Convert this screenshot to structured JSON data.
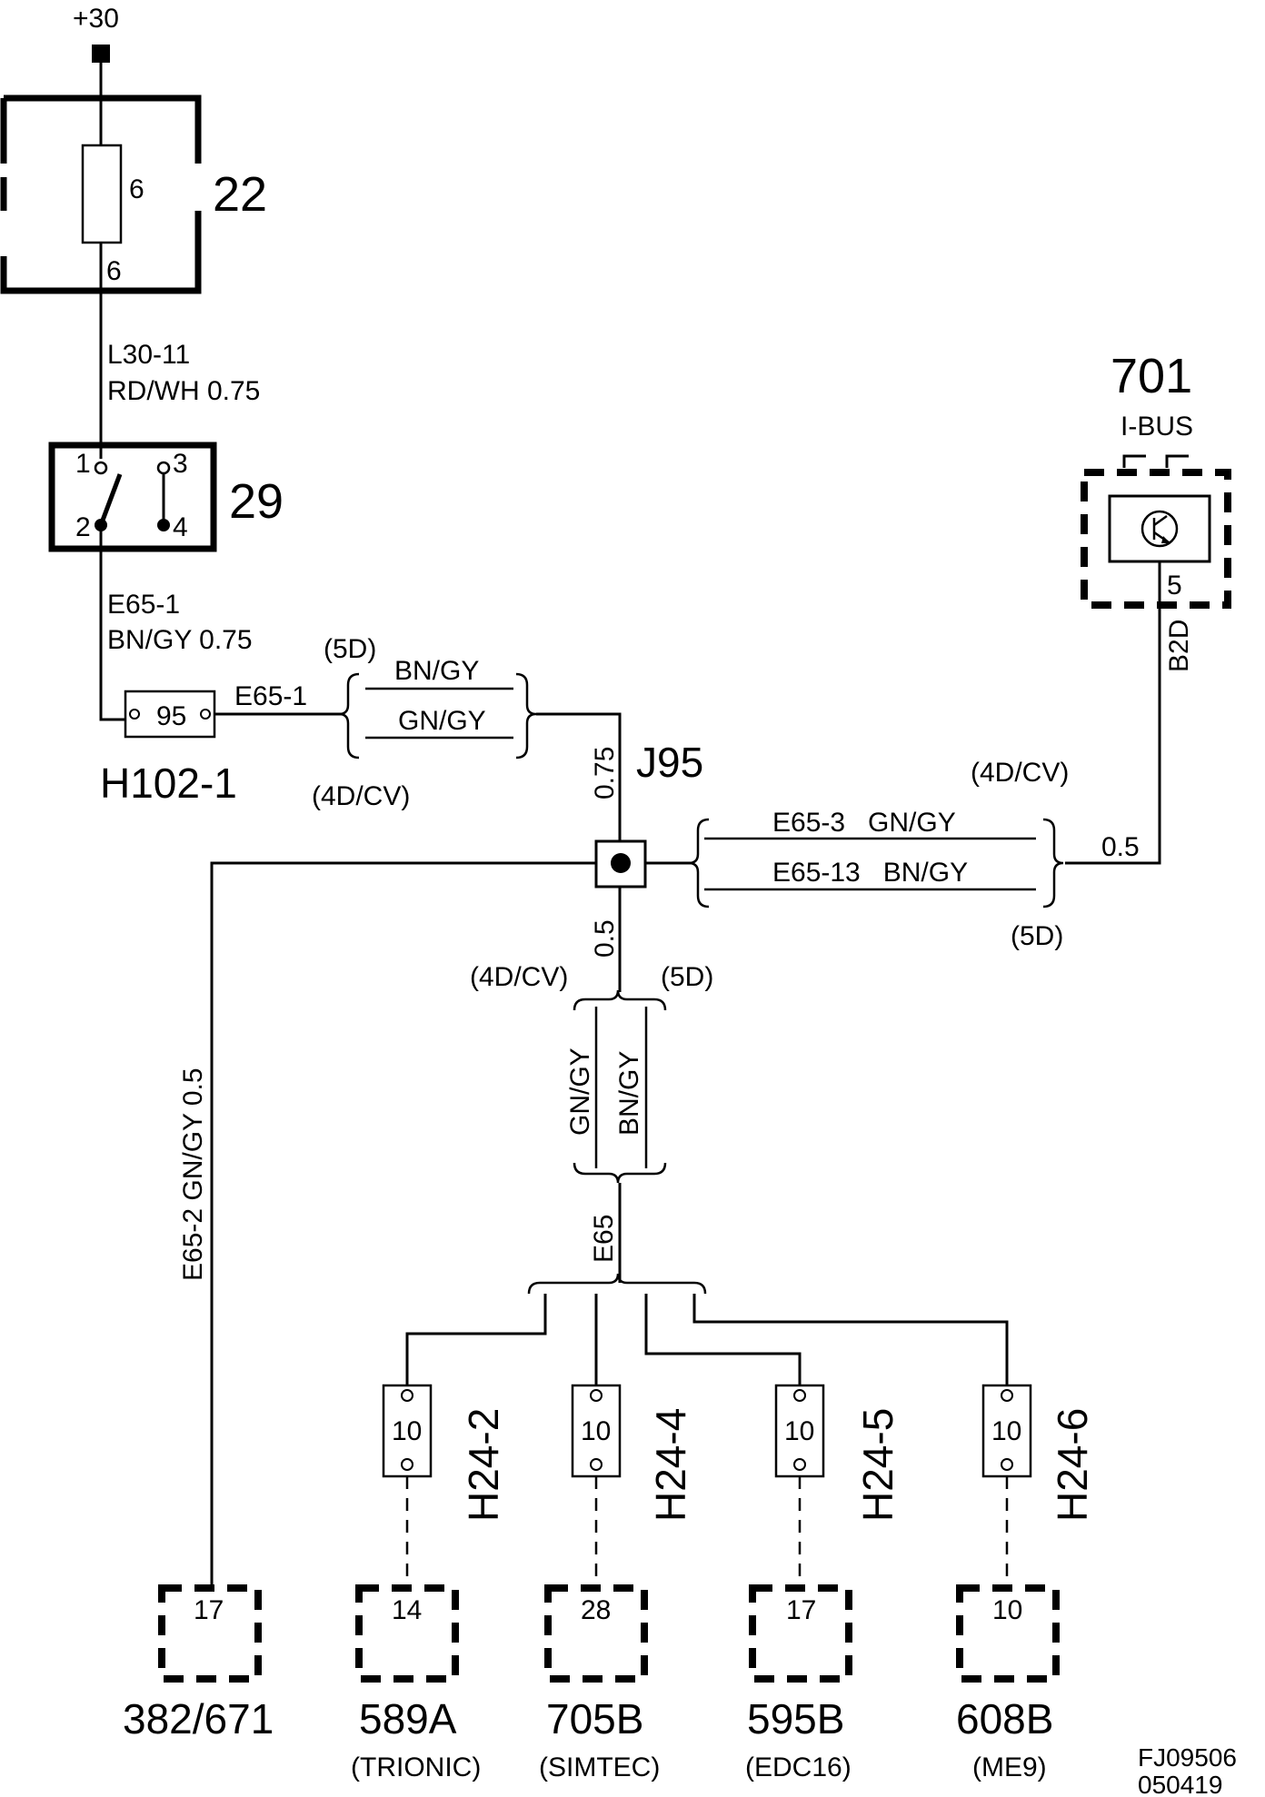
{
  "supply": {
    "label": "+30"
  },
  "fuse_box": {
    "id": "22",
    "fuse_number": "6",
    "pin": "6"
  },
  "wire_l30": {
    "code": "L30-11",
    "spec": "RD/WH 0.75"
  },
  "switch": {
    "id": "29",
    "pins": [
      "1",
      "3",
      "2",
      "4"
    ]
  },
  "wire_e65_1": {
    "code": "E65-1",
    "spec": "BN/GY 0.75"
  },
  "connector_h102": {
    "id": "H102-1",
    "pin": "95",
    "wire": "E65-1"
  },
  "bundle_top": {
    "top_label": "(5D)",
    "bottom_label": "(4D/CV)",
    "lines": [
      "BN/GY",
      "GN/GY"
    ]
  },
  "splice": {
    "id": "J95",
    "size_up": "0.75",
    "size_down": "0.5"
  },
  "module_701": {
    "id": "701",
    "bus": "I-BUS",
    "pin": "5",
    "wire": "B2D",
    "size": "0.5"
  },
  "bundle_right": {
    "top_label": "(4D/CV)",
    "bottom_label": "(5D)",
    "lines": [
      "E65-3   GN/GY",
      "E65-13   BN/GY"
    ]
  },
  "bundle_center": {
    "left_label": "(4D/CV)",
    "right_label": "(5D)",
    "lines": [
      "GN/GY",
      "BN/GY"
    ],
    "wire": "E65"
  },
  "left_wire": {
    "label": "E65-2  GN/GY  0.5"
  },
  "connectors": [
    {
      "id": "H24-2",
      "pin": "10"
    },
    {
      "id": "H24-4",
      "pin": "10"
    },
    {
      "id": "H24-5",
      "pin": "10"
    },
    {
      "id": "H24-6",
      "pin": "10"
    }
  ],
  "modules": [
    {
      "id": "382/671",
      "pin": "17",
      "sub": ""
    },
    {
      "id": "589A",
      "pin": "14",
      "sub": "(TRIONIC)"
    },
    {
      "id": "705B",
      "pin": "28",
      "sub": "(SIMTEC)"
    },
    {
      "id": "595B",
      "pin": "17",
      "sub": "(EDC16)"
    },
    {
      "id": "608B",
      "pin": "10",
      "sub": "(ME9)"
    }
  ],
  "footer": {
    "code": "FJ09506",
    "date": "050419"
  }
}
